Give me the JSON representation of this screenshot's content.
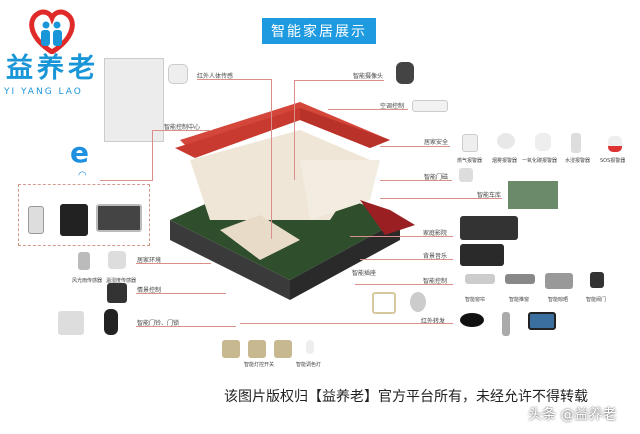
{
  "logo": {
    "name": "益养老",
    "subtitle": "YI YANG LAO",
    "heart_color": "#e02a2a",
    "brand_color": "#1996d8"
  },
  "title": "智能家居展示",
  "labels": {
    "infrared_sensor": "红外人体传感",
    "camera": "智能摄像头",
    "ac_control": "空调控制",
    "control_center": "智能控制中心",
    "home_security": "居家安全",
    "door_sensor": "智能门磁",
    "garage": "智能车库",
    "home_theater": "家庭影院",
    "background_music": "背景音乐",
    "smart_control": "智能控制",
    "smart_socket": "智能插座",
    "ir_forward": "红外转发",
    "home_environment": "居家环境",
    "scene_control": "情景控制",
    "doorbell_lock": "智能门铃、门锁",
    "light_switch": "智能灯控开关",
    "color_lamp": "智能调色灯"
  },
  "security_items": [
    "燃气报警器",
    "烟雾报警器",
    "一氧化碳报警器",
    "水浸报警器",
    "SOS报警器"
  ],
  "control_items": [
    "智能窗帘",
    "智能推窗",
    "智能晾晒",
    "智能阀门"
  ],
  "env_items": [
    "风光雨传感器",
    "温湿度传感器"
  ],
  "footer": "该图片版权归【益养老】官方平台所有，未经允许不得转载",
  "watermark": "头条 @益养老"
}
